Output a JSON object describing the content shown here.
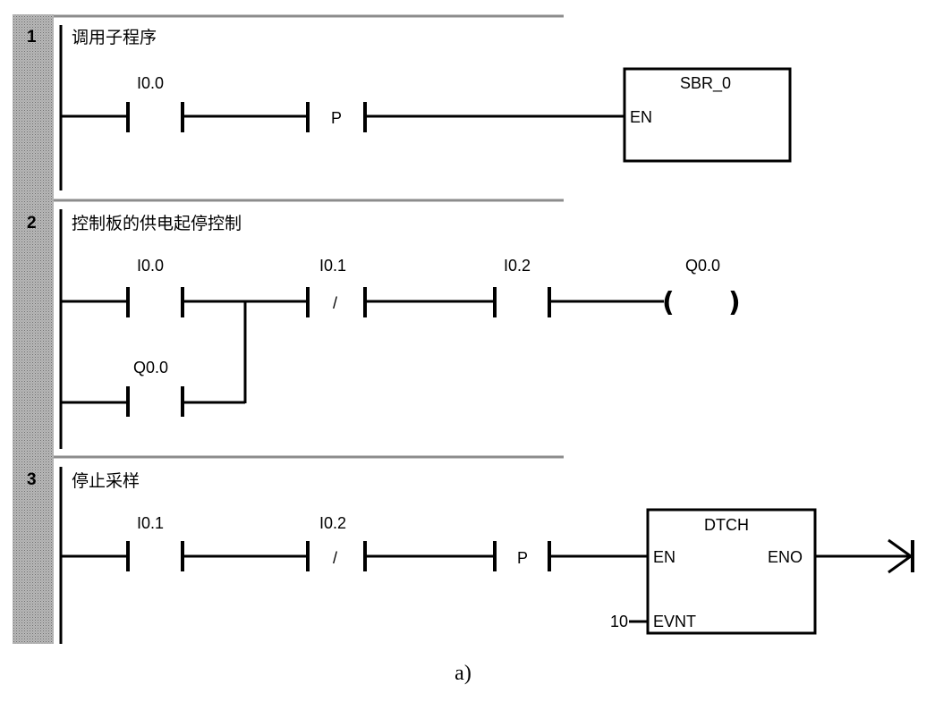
{
  "networks": [
    {
      "number": "1",
      "title": "调用子程序",
      "contacts": [
        {
          "operand": "I0.0",
          "symbol": ""
        }
      ],
      "edge_label": "P",
      "box": {
        "name": "SBR_0",
        "en": "EN"
      }
    },
    {
      "number": "2",
      "title": "控制板的供电起停控制",
      "contacts": [
        {
          "operand": "I0.0",
          "symbol": ""
        },
        {
          "operand": "Q0.0",
          "symbol": ""
        },
        {
          "operand": "I0.1",
          "symbol": "/"
        },
        {
          "operand": "I0.2",
          "symbol": ""
        }
      ],
      "coil": {
        "operand": "Q0.0"
      }
    },
    {
      "number": "3",
      "title": "停止采样",
      "contacts": [
        {
          "operand": "I0.1",
          "symbol": ""
        },
        {
          "operand": "I0.2",
          "symbol": "/"
        }
      ],
      "edge_label": "P",
      "box": {
        "name": "DTCH",
        "en": "EN",
        "eno": "ENO",
        "evnt": "EVNT",
        "evnt_value": "10"
      }
    }
  ],
  "caption": "a)"
}
